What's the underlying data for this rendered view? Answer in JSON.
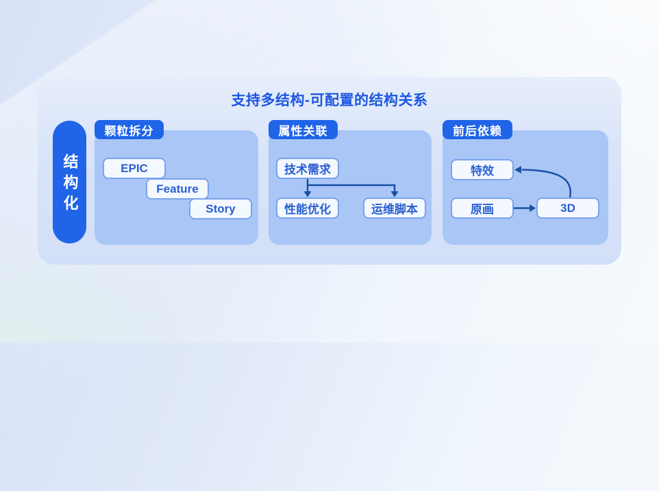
{
  "title": "支持多结构-可配置的结构关系",
  "side_label": "结构化",
  "groups": [
    {
      "header": "颗粒拆分",
      "layout": "cascade",
      "items": [
        "EPIC",
        "Feature",
        "Story"
      ]
    },
    {
      "header": "属性关联",
      "layout": "tree",
      "items": [
        "技术需求",
        "性能优化",
        "运维脚本"
      ],
      "edges": [
        {
          "from": "技术需求",
          "to": "性能优化"
        },
        {
          "from": "技术需求",
          "to": "运维脚本"
        }
      ]
    },
    {
      "header": "前后依赖",
      "layout": "dependency",
      "items": [
        "特效",
        "原画",
        "3D"
      ],
      "edges": [
        {
          "from": "原画",
          "to": "3D"
        },
        {
          "from": "3D",
          "to": "特效"
        }
      ]
    }
  ],
  "colors": {
    "accent": "#2064e8",
    "group-bg": "#a9c6f7",
    "box-bg": "#f4f8ff",
    "box-border": "#7aa3ec",
    "box-text": "#2a5fd0",
    "arrow": "#1b4fa4",
    "title-color": "#1c57e2"
  }
}
